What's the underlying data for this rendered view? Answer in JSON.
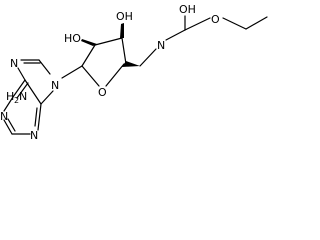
{
  "molecule": {
    "atom_labels": {
      "oh_carbamate": "OH",
      "n_carbamate": "N",
      "o_ester": "O",
      "oh_ring_top": "OH",
      "ho_ring_left": "HO",
      "o_ring": "O",
      "n9": "N",
      "n7": "N",
      "n3": "N",
      "n1": "N",
      "nh2_h": "H",
      "nh2_sub": "2",
      "nh2_n": "N"
    },
    "colors": {
      "bond": "#000000",
      "label": "#000000",
      "background": "#ffffff"
    }
  }
}
